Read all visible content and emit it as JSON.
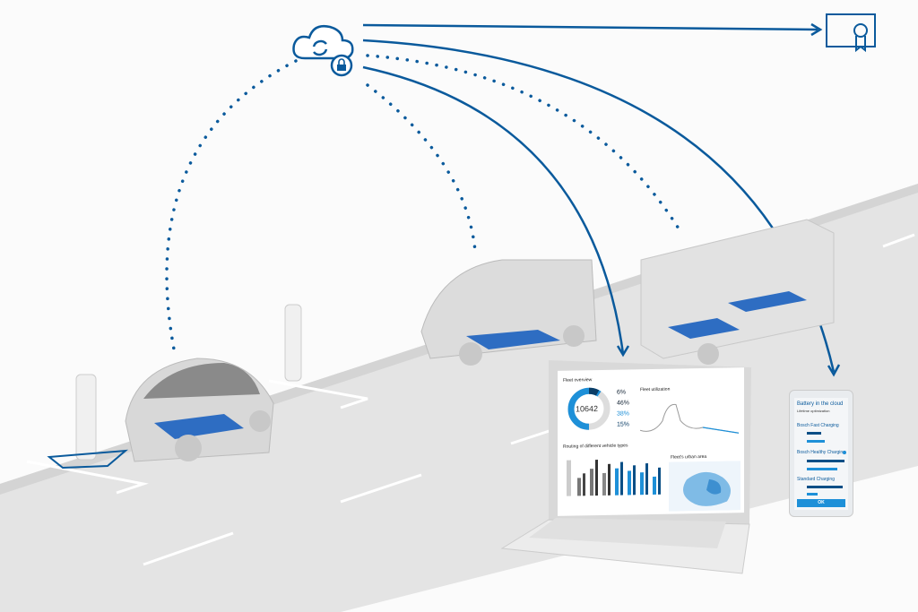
{
  "colors": {
    "accent": "#0a5a9c",
    "light_blue": "#1e90d8",
    "road": "#e3e3e3"
  },
  "icons": [
    "cloud-sync-lock-icon",
    "certificate-icon"
  ],
  "laptop": {
    "fleet_overview": {
      "title": "Fleet overview",
      "total": "10642",
      "stats": [
        "6%",
        "46%",
        "38%",
        "15%"
      ]
    },
    "fleet_utilization": {
      "title": "Fleet utilization"
    },
    "vehicle_types": {
      "title": "Routing of different vehicle types"
    },
    "urban_area": {
      "title": "Fleet's urban area"
    }
  },
  "phone": {
    "title": "Battery in the cloud",
    "subtitle": "Lifetime optimization",
    "options": [
      {
        "label": "Bosch Fast Charging",
        "selected": false
      },
      {
        "label": "Bosch Healthy Charging",
        "selected": true
      },
      {
        "label": "Standard Charging",
        "selected": false
      }
    ],
    "ok_label": "OK"
  }
}
